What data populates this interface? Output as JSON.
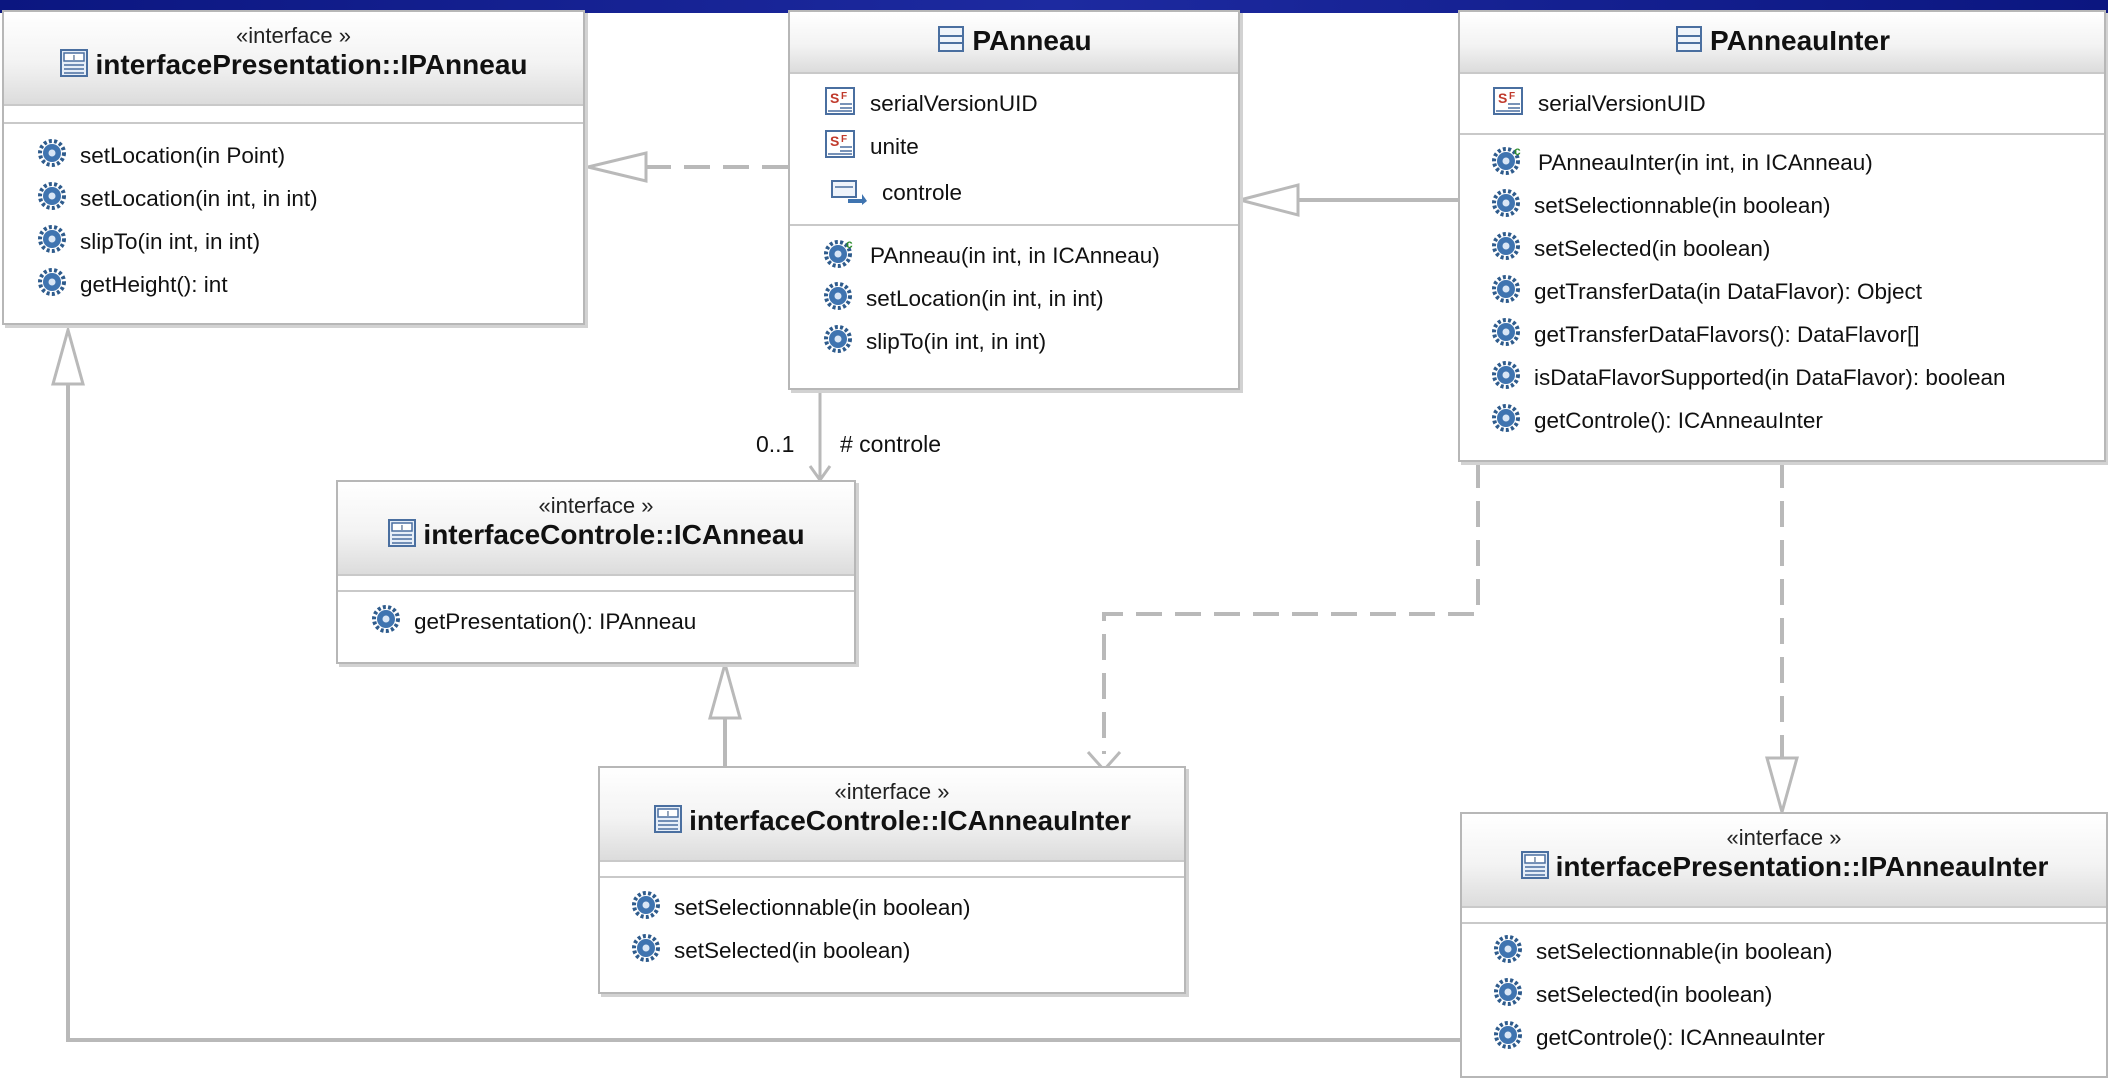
{
  "colors": {
    "top_bar": "#0b1680",
    "box_border": "#b7b7b7",
    "connector": "#b9b9b9",
    "method_icon": "#2e5b8c",
    "static_marker": "#c0392b",
    "constructor_marker": "#2a8a2a"
  },
  "boxes": {
    "ipanneau": {
      "stereotype": "«interface »",
      "title": "interfacePresentation::IPAnneau",
      "methods": [
        {
          "icon": "method-icon",
          "text": "setLocation(in Point)"
        },
        {
          "icon": "method-icon",
          "text": "setLocation(in int, in int)"
        },
        {
          "icon": "method-icon",
          "text": "slipTo(in int, in int)"
        },
        {
          "icon": "method-icon",
          "text": "getHeight(): int"
        }
      ]
    },
    "panneau": {
      "title": "PAnneau",
      "attributes": [
        {
          "icon": "static-field-icon",
          "text": "serialVersionUID"
        },
        {
          "icon": "static-field-icon",
          "text": "unite"
        },
        {
          "icon": "association-field-icon",
          "text": "controle"
        }
      ],
      "methods": [
        {
          "icon": "constructor-icon",
          "text": "PAnneau(in int, in ICAnneau)"
        },
        {
          "icon": "method-icon",
          "text": "setLocation(in int, in int)"
        },
        {
          "icon": "method-icon",
          "text": "slipTo(in int, in int)"
        }
      ]
    },
    "panneauinter": {
      "title": "PAnneauInter",
      "attributes": [
        {
          "icon": "static-field-icon",
          "text": "serialVersionUID"
        }
      ],
      "methods": [
        {
          "icon": "constructor-icon",
          "text": "PAnneauInter(in int, in ICAnneau)"
        },
        {
          "icon": "method-icon",
          "text": "setSelectionnable(in boolean)"
        },
        {
          "icon": "method-icon",
          "text": "setSelected(in boolean)"
        },
        {
          "icon": "method-icon",
          "text": "getTransferData(in DataFlavor): Object"
        },
        {
          "icon": "method-icon",
          "text": "getTransferDataFlavors(): DataFlavor[]"
        },
        {
          "icon": "method-icon",
          "text": "isDataFlavorSupported(in DataFlavor): boolean"
        },
        {
          "icon": "method-icon",
          "text": "getControle(): ICAnneauInter"
        }
      ]
    },
    "icanneau": {
      "stereotype": "«interface »",
      "title": "interfaceControle::ICAnneau",
      "methods": [
        {
          "icon": "method-icon",
          "text": "getPresentation(): IPAnneau"
        }
      ]
    },
    "icanneauinter": {
      "stereotype": "«interface »",
      "title": "interfaceControle::ICAnneauInter",
      "methods": [
        {
          "icon": "method-icon",
          "text": "setSelectionnable(in boolean)"
        },
        {
          "icon": "method-icon",
          "text": "setSelected(in boolean)"
        }
      ]
    },
    "ipanneauinter": {
      "stereotype": "«interface »",
      "title": "interfacePresentation::IPAnneauInter",
      "methods": [
        {
          "icon": "method-icon",
          "text": "setSelectionnable(in boolean)"
        },
        {
          "icon": "method-icon",
          "text": "setSelected(in boolean)"
        },
        {
          "icon": "method-icon",
          "text": "getControle(): ICAnneauInter"
        }
      ]
    }
  },
  "association": {
    "multiplicity": "0..1",
    "role": "# controle"
  }
}
